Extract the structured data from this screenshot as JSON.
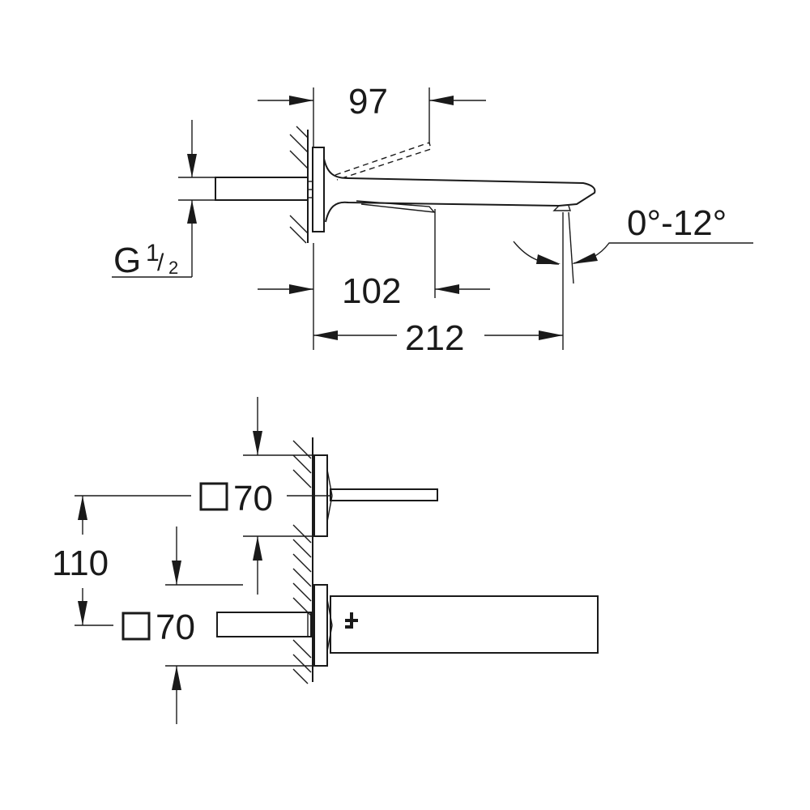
{
  "dimensions": {
    "top_view": {
      "projection": "97",
      "lever_offset": "102",
      "total_length": "212",
      "angle": "0°-12°",
      "thread_letter": "G",
      "thread_num": "1",
      "thread_den": "2"
    },
    "front_view": {
      "spacing": "110",
      "plate_upper": "70",
      "plate_lower": "70"
    }
  }
}
